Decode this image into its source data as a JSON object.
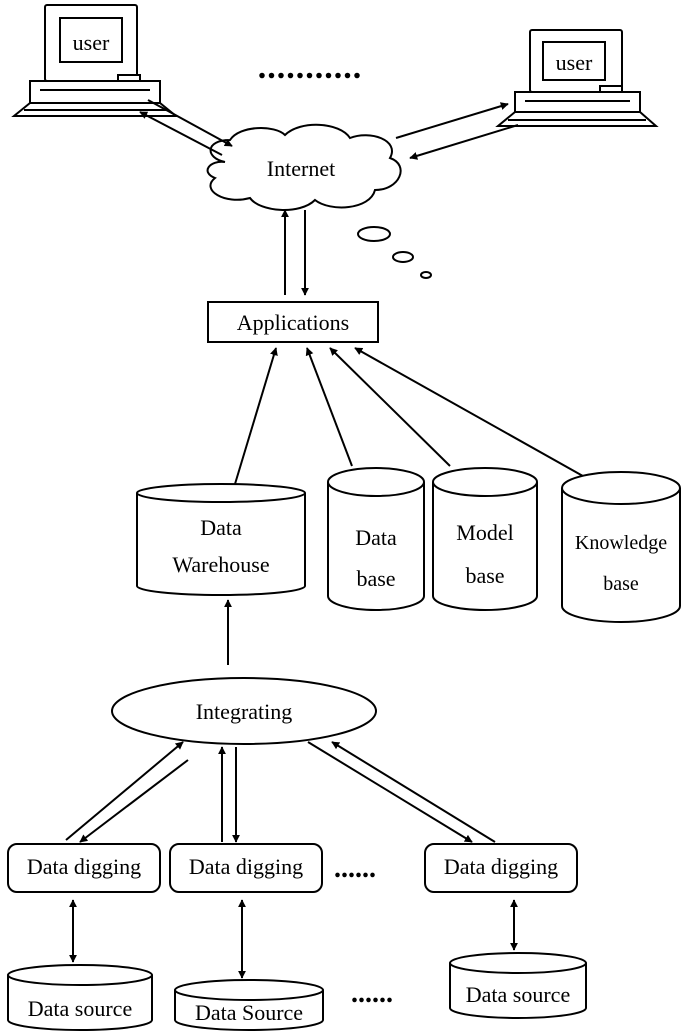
{
  "computers": {
    "left_screen_label": "user",
    "right_screen_label": "user"
  },
  "top_ellipsis": "...........",
  "internet": {
    "label": "Internet"
  },
  "applications": {
    "label": "Applications"
  },
  "warehouse": {
    "line1": "Data",
    "line2": "Warehouse"
  },
  "stores": {
    "database": {
      "line1": "Data",
      "line2": "base"
    },
    "modelbase": {
      "line1": "Model",
      "line2": "base"
    },
    "knowledgebase": {
      "line1": "Knowledge",
      "line2": "base"
    }
  },
  "integrating": {
    "label": "Integrating"
  },
  "digging": {
    "left": "Data digging",
    "middle": "Data digging",
    "right": "Data digging",
    "ellipsis": "......"
  },
  "sources": {
    "left": "Data source",
    "middle": "Data Source",
    "right": "Data source",
    "ellipsis": "......"
  },
  "colors": {
    "line": "#000000",
    "fill": "#ffffff"
  }
}
